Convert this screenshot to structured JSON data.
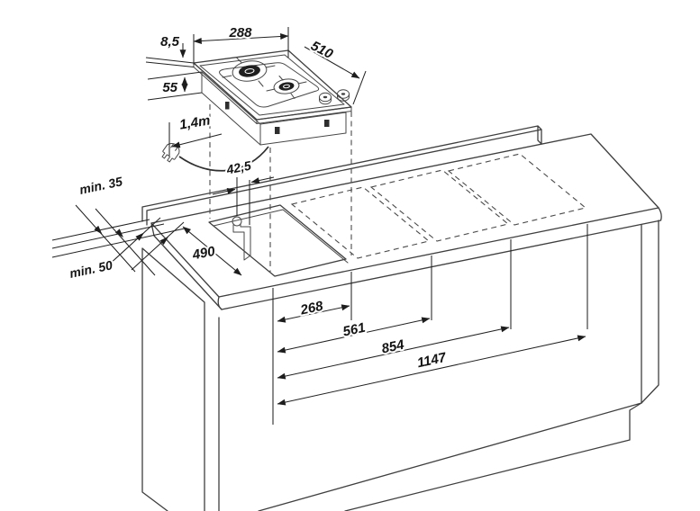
{
  "diagram": {
    "kind": "hob-installation-drawing",
    "appliance": {
      "top_thickness": "8,5",
      "width": "288",
      "depth": "510",
      "box_height": "55",
      "cable_length": "1,4m"
    },
    "worktop": {
      "connection_offset": "42,5",
      "clearance_rear": "min. 35",
      "clearance_front": "min. 50",
      "cutout_depth": "490",
      "spacings": [
        "268",
        "561",
        "854",
        "1147"
      ]
    },
    "colors": {
      "line": "#3f3f3f",
      "hob_frame": "#eef0f1",
      "hob_body_left": "#c3c7c9",
      "hob_body_front": "#ced2d4",
      "burner_cap": "#1f1f1f",
      "background": "#ffffff"
    }
  }
}
